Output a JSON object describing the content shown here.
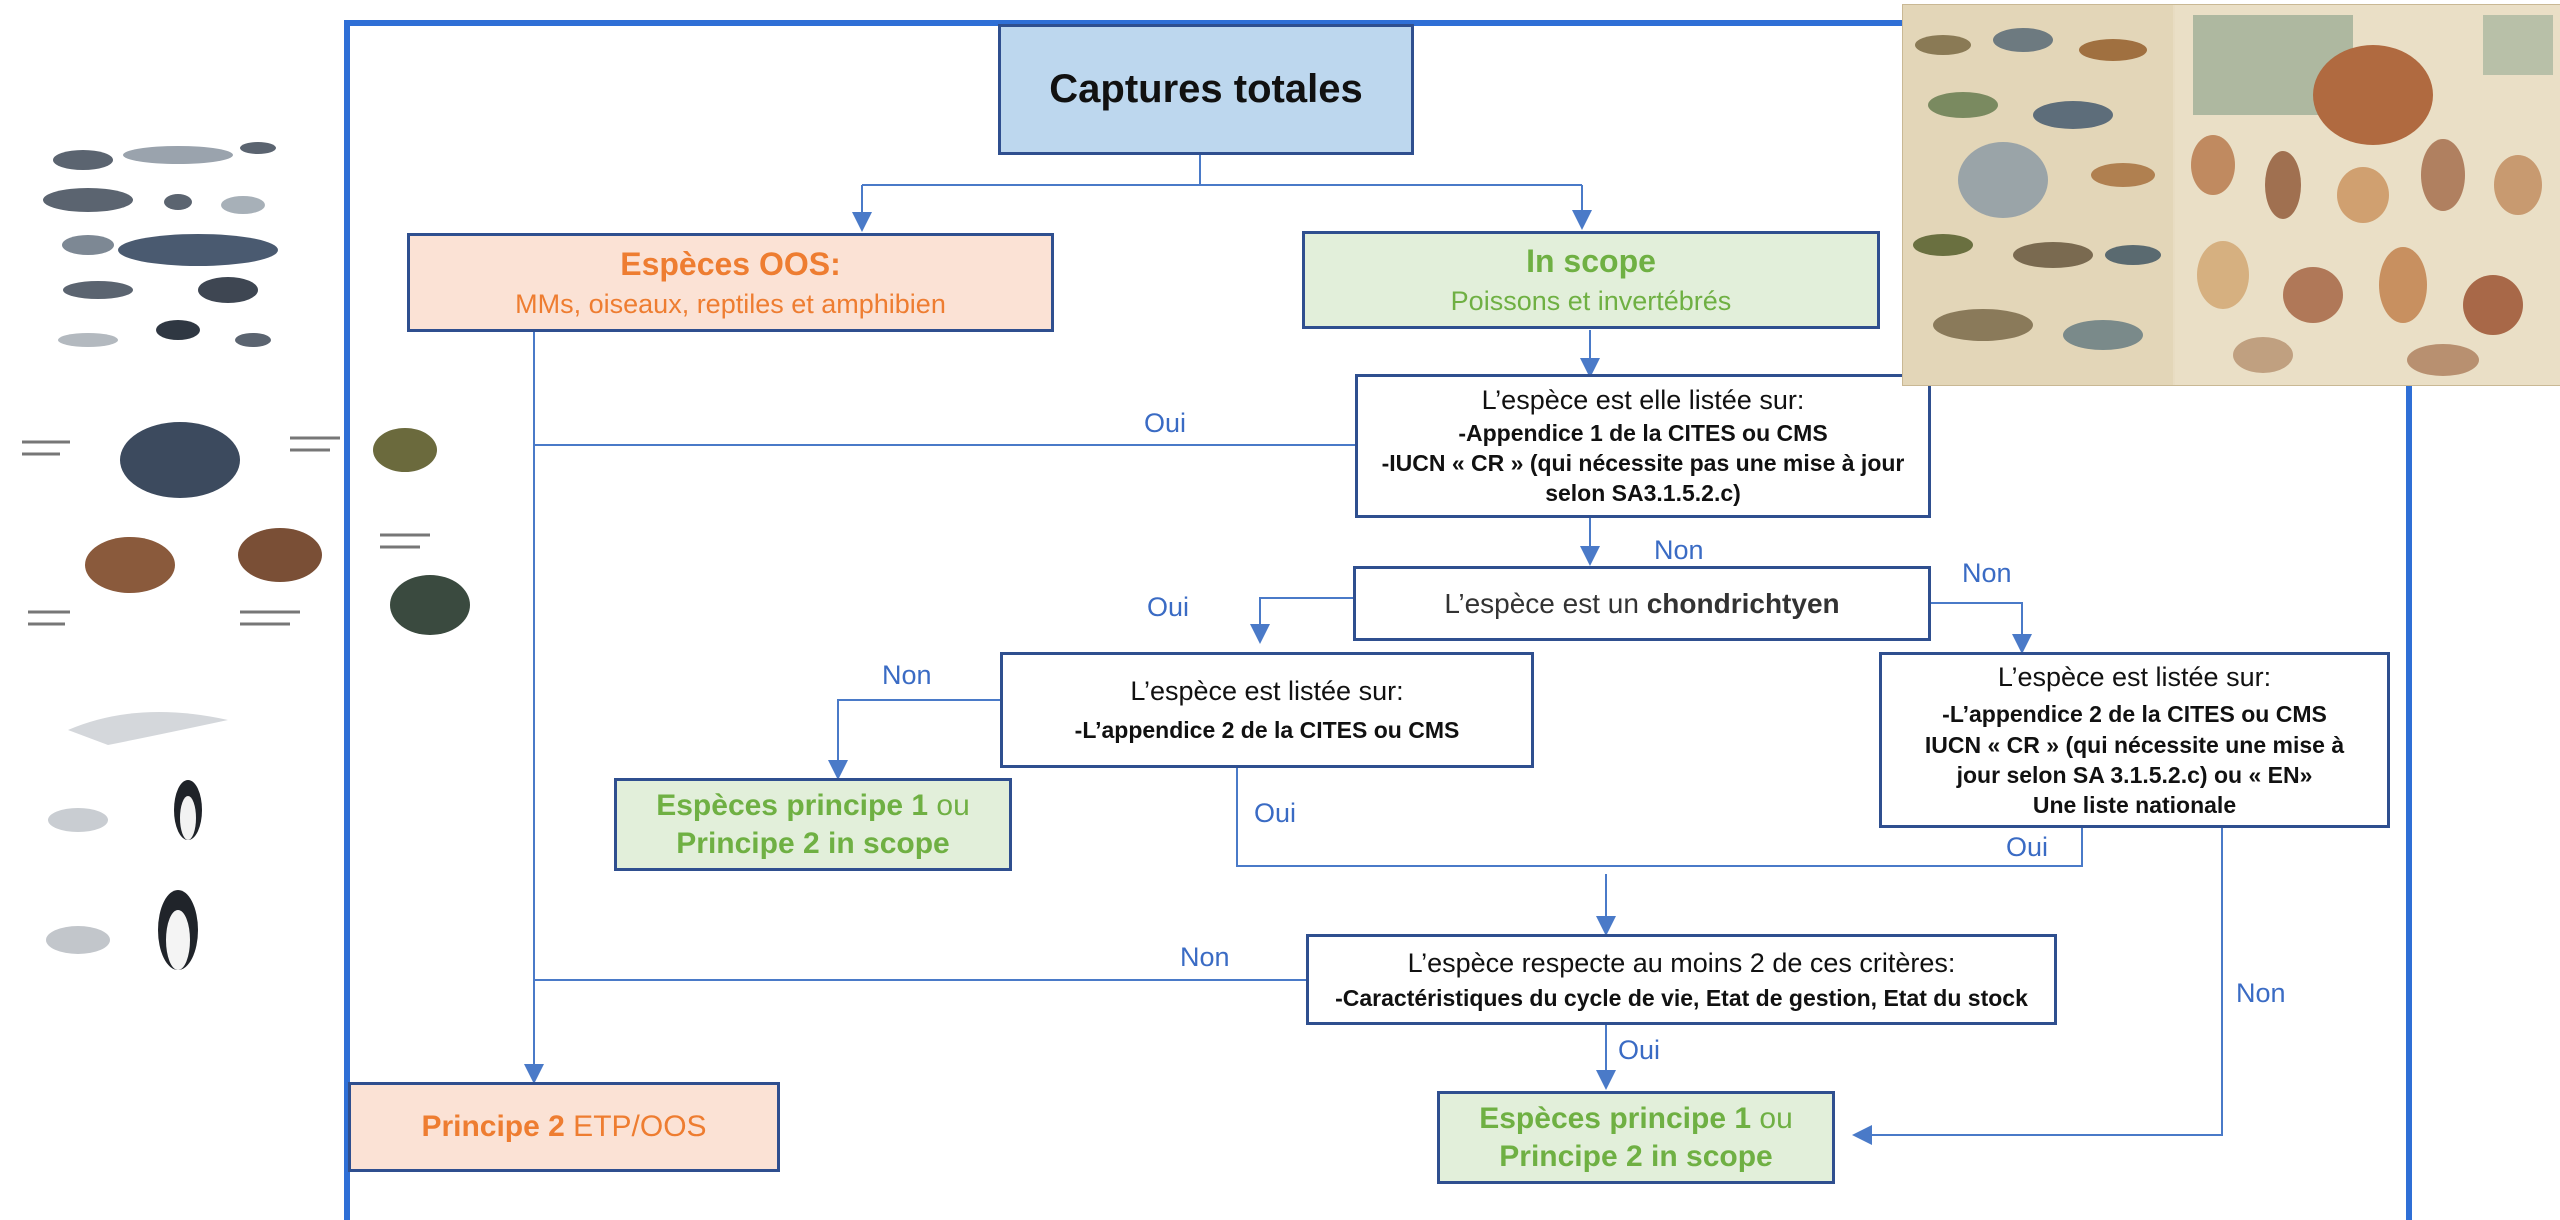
{
  "title": "Captures totales",
  "oos": {
    "title": "Espèces OOS:",
    "subtitle": "MMs, oiseaux, reptiles et amphibien"
  },
  "inscope": {
    "title": "In scope",
    "subtitle": "Poissons et invertébrés"
  },
  "q1": {
    "line1": "L’espèce est elle listée sur:",
    "line2": "-Appendice 1 de la CITES ou CMS",
    "line3": "-IUCN « CR » (qui nécessite pas une mise à jour",
    "line4": "selon SA3.1.5.2.c)"
  },
  "q2": {
    "prefix": "L’espèce est un ",
    "bold": "chondrichtyen"
  },
  "q3": {
    "line1": "L’espèce est listée sur:",
    "line2": "-L’appendice 2 de la CITES ou CMS"
  },
  "q4": {
    "line1": "L’espèce est listée sur:",
    "line2": "-L’appendice 2 de la CITES ou CMS",
    "line3": "IUCN « CR » (qui nécessite une mise à",
    "line4": "jour selon SA 3.1.5.2.c) ou « EN»",
    "line5": "Une liste nationale"
  },
  "q5": {
    "line1": "L’espèce respecte au moins 2 de ces critères:",
    "line2": "-Caractéristiques du cycle de vie, Etat de gestion, Etat du stock"
  },
  "result_p1_left": {
    "part1": "Espèces principe 1",
    "part2": " ou",
    "line2": "Principe 2 in scope"
  },
  "result_p1_right": {
    "part1": "Espèces principe 1",
    "part2": " ou",
    "line2": "Principe 2 in scope"
  },
  "result_p2": {
    "part1": "Principe 2",
    "part2": " ETP/OOS"
  },
  "labels": {
    "oui_q1": "Oui",
    "non_q1": "Non",
    "oui_q2": "Oui",
    "non_q2": "Non",
    "non_q3": "Non",
    "oui_q3": "Oui",
    "oui_q4": "Oui",
    "non_q4": "Non",
    "non_q5": "Non",
    "oui_q5": "Oui"
  },
  "colors": {
    "frame": "#2f6fd6",
    "connector": "#4a7ac8",
    "title_fill": "#bdd7ee",
    "oos_fill": "#fbe2d5",
    "inscope_fill": "#e2efda",
    "orange_text": "#ee7d31",
    "green_text": "#6fb043"
  }
}
